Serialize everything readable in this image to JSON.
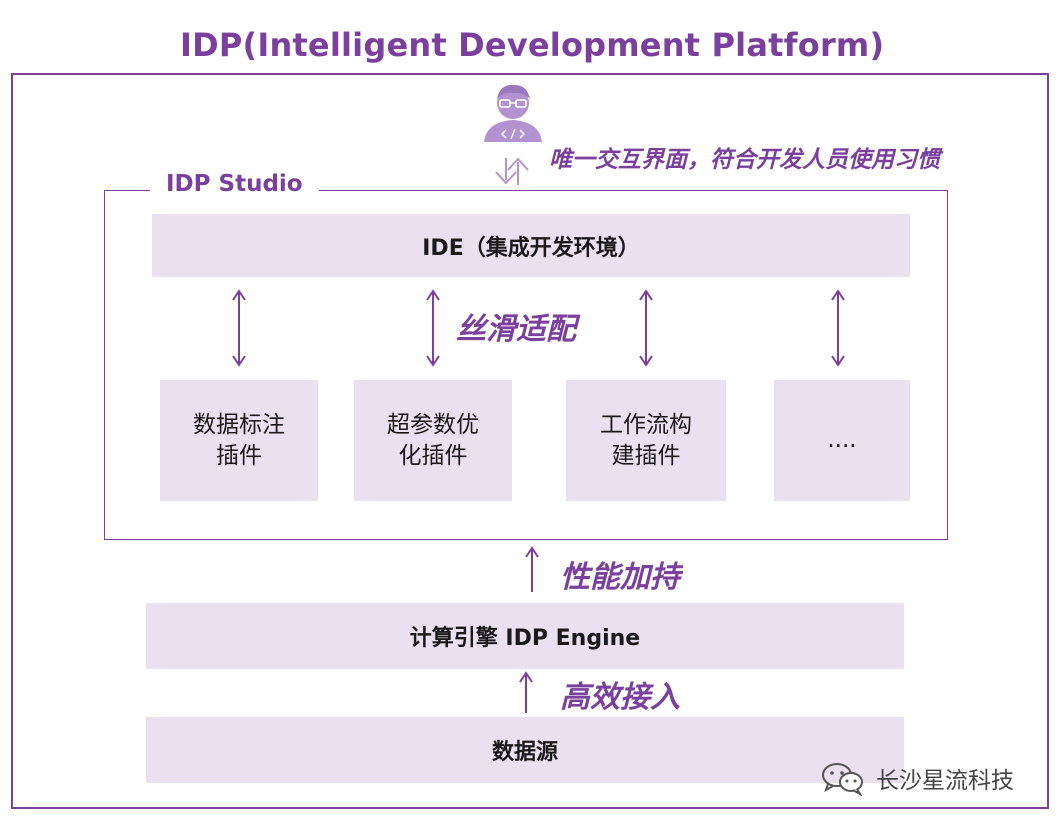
{
  "title": "IDP(Intelligent Development Platform)",
  "studio": {
    "label": "IDP Studio",
    "ide_label": "IDE（集成开发环境）",
    "adapt_label": "丝滑适配",
    "plugins": [
      {
        "line1": "数据标注",
        "line2": "插件"
      },
      {
        "line1": "超参数优",
        "line2": "化插件"
      },
      {
        "line1": "工作流构",
        "line2": "建插件"
      },
      {
        "line1": "....",
        "line2": ""
      }
    ]
  },
  "user": {
    "interface_label": "唯一交互界面，符合开发人员使用习惯"
  },
  "engine": {
    "label": "计算引擎 IDP Engine",
    "perf_label": "性能加持"
  },
  "datasource": {
    "label": "数据源",
    "access_label": "高效接入"
  },
  "watermark": {
    "text": "长沙星流科技",
    "icon": "wechat-icon"
  },
  "colors": {
    "accent": "#7b3f9e",
    "block_fill": "#e9e0f0",
    "user_icon": "#b393cf"
  }
}
